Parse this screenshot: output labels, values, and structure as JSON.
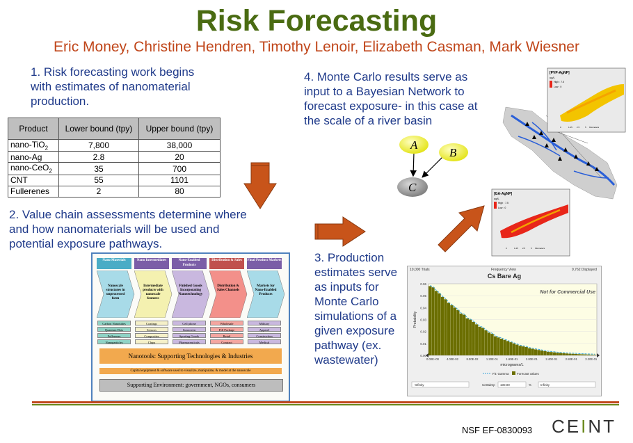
{
  "header": {
    "title": "Risk Forecasting",
    "authors": "Eric Money, Christine Hendren, Timothy Lenoir, Elizabeth Casman, Mark Wiesner"
  },
  "steps": {
    "step1": "1. Risk forecasting work begins with estimates of nanomaterial production.",
    "step2": "2. Value chain assessments determine where and how nanomaterials will be used and potential exposure pathways.",
    "step3": "3. Production estimates serve as inputs for Monte Carlo simulations of a given exposure pathway (ex. wastewater)",
    "step4": "4. Monte Carlo results serve as input to a Bayesian Network to forecast exposure- in this case at the scale of a river basin"
  },
  "production_table": {
    "headers": [
      "Product",
      "Lower bound (tpy)",
      "Upper bound (tpy)"
    ],
    "rows": [
      {
        "product": "nano-TiO",
        "sub": "2",
        "lower": "7,800",
        "upper": "38,000"
      },
      {
        "product": "nano-Ag",
        "sub": "",
        "lower": "2.8",
        "upper": "20"
      },
      {
        "product": "nano-CeO",
        "sub": "2",
        "lower": "35",
        "upper": "700"
      },
      {
        "product": "CNT",
        "sub": "",
        "lower": "55",
        "upper": "1101"
      },
      {
        "product": "Fullerenes",
        "sub": "",
        "lower": "2",
        "upper": "80"
      }
    ]
  },
  "value_chain": {
    "columns": [
      {
        "head": "Nano Materials",
        "body": "Nanoscale structures in unprocessed form",
        "color": "#4aacc6",
        "items": [
          "Carbon Nanotubes",
          "Quantum Dots",
          "Fullerenes",
          "Nanoparticles"
        ],
        "item_color": "#8fd3c5"
      },
      {
        "head": "Nano Intermediates",
        "body": "Intermediate products with nanoscale features",
        "color": "#7b5ea7",
        "items": [
          "Coatings",
          "Sensors",
          "Composites",
          "Chips"
        ],
        "item_color": "#f5f0c8"
      },
      {
        "head": "Nano-Enabled Products",
        "body": "Finished Goods Incorporating Nanotechnology",
        "color": "#7b5ea7",
        "items": [
          "Cell phone",
          "Sunscreen",
          "Sporting Goods",
          "Pharmaceuticals"
        ],
        "item_color": "#c9b8df"
      },
      {
        "head": "Distribution & Sales",
        "body": "Distribution & Sales Channels",
        "color": "#c0504d",
        "items": [
          "Wholesale",
          "Fill Package",
          "Retail",
          "Contract"
        ],
        "item_color": "#f4a6a0"
      },
      {
        "head": "Final Product Markets",
        "body": "Markets for Nano-Enabled Products",
        "color": "#7b5ea7",
        "items": [
          "Military",
          "Apparel",
          "Construction",
          "Medical"
        ],
        "item_color": "#c9b8df"
      }
    ],
    "nanotools": "Nanotools: Supporting Technologies & Industries",
    "capital": "Capital equipment & software used to visualize, manipulate, & model at the nanoscale",
    "supporting": "Supporting Environment: government, NGOs, consumers"
  },
  "bayes": {
    "a": "A",
    "b": "B",
    "c": "C"
  },
  "maps": {
    "top_title": "[PVP-AgNP]",
    "top_unit": "ug/L",
    "top_high": "High : 7.5",
    "top_low": "Low : 0",
    "bottom_title": "[GA-AgNP]",
    "bottom_unit": "ug/L",
    "bottom_high": "High : 7.5",
    "bottom_low": "Low : 0",
    "scale_unit": "Kilometers",
    "scale_ticks": [
      "0",
      "1.25",
      "2.5",
      "5"
    ]
  },
  "chart_data": {
    "type": "bar",
    "title": "Cs Bare Ag",
    "trials": "10,000 Trials",
    "view": "Frequency View",
    "displayed": "9,762 Displayed",
    "watermark": "Not for Commercial Use",
    "xlabel": "micrograms/L",
    "ylabel": "Probability",
    "xlim": [
      0,
      0.34
    ],
    "ylim": [
      0,
      0.06
    ],
    "xticks": [
      "0.00E+00",
      "4.00E-02",
      "8.00E-02",
      "1.20E-01",
      "1.60E-01",
      "2.00E-01",
      "2.40E-01",
      "2.80E-01",
      "3.20E-01"
    ],
    "yticks": [
      "0.00",
      "0.01",
      "0.02",
      "0.03",
      "0.04",
      "0.05",
      "0.06"
    ],
    "legend": [
      "Fit: Gamma",
      "Forecast values"
    ],
    "infinity_left": "-Infinity",
    "certainty_label": "Certainty:",
    "certainty_value": "100.00",
    "percent": "%",
    "infinity_right": "Infinity",
    "values": [
      0.058,
      0.057,
      0.054,
      0.052,
      0.049,
      0.047,
      0.044,
      0.042,
      0.04,
      0.038,
      0.035,
      0.034,
      0.031,
      0.03,
      0.028,
      0.026,
      0.024,
      0.023,
      0.021,
      0.019,
      0.018,
      0.016,
      0.015,
      0.014,
      0.013,
      0.012,
      0.011,
      0.01,
      0.009,
      0.008,
      0.0075,
      0.007,
      0.006,
      0.0055,
      0.005,
      0.0045,
      0.004,
      0.0035,
      0.003,
      0.0028,
      0.0025,
      0.0022,
      0.002,
      0.0018,
      0.0016,
      0.0014,
      0.0013,
      0.0012,
      0.001,
      0.0009,
      0.0008,
      0.0007,
      0.0006,
      0.0005
    ],
    "colors": {
      "bars": "#6b6e00",
      "fit": "#3aa6d8",
      "plot_bg": "#fdfde4"
    }
  },
  "footer": {
    "grant": "NSF EF-0830093",
    "logo_left": "CE",
    "logo_mid": "I",
    "logo_right": "NT"
  },
  "colors": {
    "title": "#4a6b12",
    "authors": "#c0461a",
    "step_text": "#1f3a8a",
    "arrow": "#c8541a"
  }
}
